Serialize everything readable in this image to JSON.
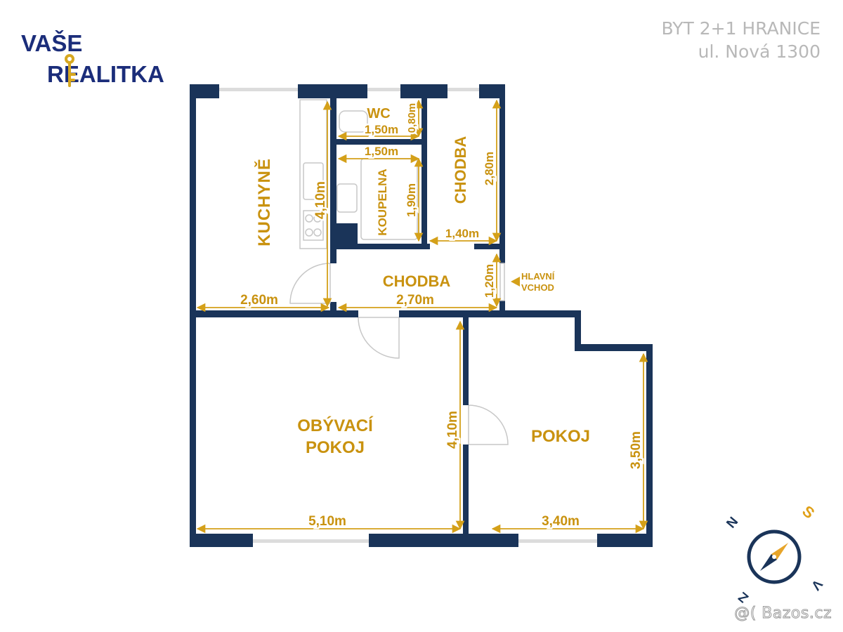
{
  "logo": {
    "line1": "VAŠE",
    "line2": "REALITKA",
    "colors": {
      "text": "#1b2d7a",
      "key": "#d6a720"
    }
  },
  "header": {
    "title": "BYT 2+1 HRANICE",
    "subtitle": "ul. Nová 1300"
  },
  "colors": {
    "wall": "#1a3459",
    "dimension": "#d4a019",
    "label": "#c9920f",
    "window": "#d2d2d2",
    "fixture": "#c7c7c7"
  },
  "rooms": {
    "kitchen": "KUCHYNĚ",
    "wc": "WC",
    "bathroom": "KOUPELNA",
    "hall_upper": "CHODBA",
    "hall_lower": "CHODBA",
    "living_line1": "OBÝVACÍ",
    "living_line2": "POKOJ",
    "bedroom": "POKOJ"
  },
  "dimensions": {
    "kitchen_width": "2,60m",
    "kitchen_depth": "4,10m",
    "wc_width": "1,50m",
    "wc_depth": "0,80m",
    "bath_width": "1,50m",
    "bath_depth": "1,90m",
    "hall_upper_width": "1,40m",
    "hall_upper_depth": "2,80m",
    "hall_lower_width": "2,70m",
    "hall_lower_depth": "1,20m",
    "living_width": "5,10m",
    "living_depth": "4,10m",
    "bedroom_width": "3,40m",
    "bedroom_depth": "3,50m"
  },
  "entrance": {
    "line1": "HLAVNÍ",
    "line2": "VCHOD"
  },
  "compass": {
    "n": "N",
    "s": "S",
    "e": "V",
    "w": "Z"
  },
  "watermark": "@( Bazos.cz"
}
